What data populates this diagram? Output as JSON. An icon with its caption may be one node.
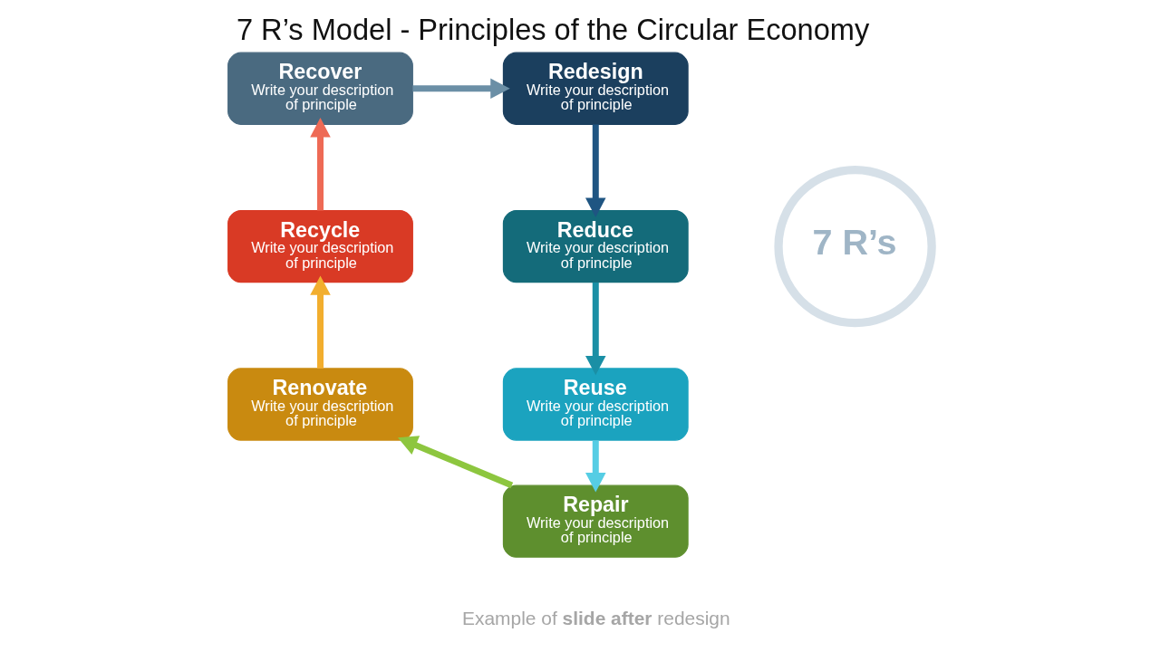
{
  "diagram": {
    "title": "7 R’s Model - Principles of the Circular Economy",
    "caption": "Example of **slide after** redesign",
    "nodes": [
      {
        "text": [
          "Recover",
          "Write your description of principle"
        ]
      },
      {
        "text": [
          "Redesign",
          "Write your description of principle"
        ]
      },
      {
        "text": [
          "Recycle",
          "Write your description of principle"
        ]
      },
      {
        "text": [
          "Reduce",
          "Write your description of principle"
        ]
      },
      {
        "text": [
          "7 R’s"
        ]
      },
      {
        "text": [
          "Renovate",
          "Write your description of principle"
        ]
      },
      {
        "text": [
          "Reuse",
          "Write your description of principle"
        ]
      },
      {
        "text": [
          "Repair",
          "Write your description of principle"
        ]
      }
    ],
    "edges": [
      {
        "from": 0,
        "to": 1,
        "arrow": "to",
        "color": "#6b8fa6"
      },
      {
        "from": 1,
        "to": 3,
        "arrow": "to",
        "color": "#1f5582"
      },
      {
        "from": 3,
        "to": 6,
        "arrow": "to",
        "color": "#1a8fa5"
      },
      {
        "from": 6,
        "to": 7,
        "arrow": "to",
        "color": "#56cde4"
      },
      {
        "from": 7,
        "to": 5,
        "arrow": "to",
        "color": "#8dc63f"
      },
      {
        "from": 5,
        "to": 2,
        "arrow": "to",
        "color": "#f2ae2e"
      },
      {
        "from": 2,
        "to": 0,
        "arrow": "to",
        "color": "#ee6a55"
      }
    ]
  }
}
